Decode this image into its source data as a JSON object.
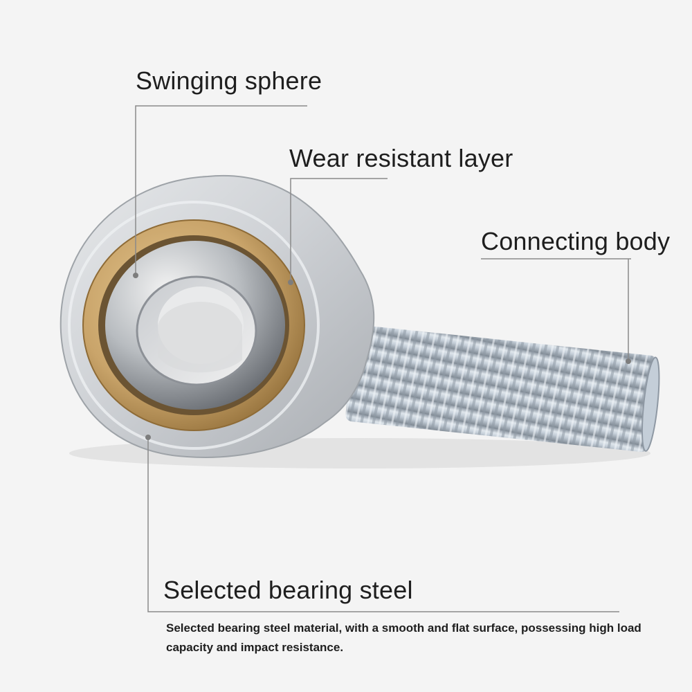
{
  "callouts": {
    "swinging_sphere": "Swinging sphere",
    "wear_resistant_layer": "Wear resistant layer",
    "connecting_body": "Connecting body",
    "selected_bearing_steel": "Selected bearing steel"
  },
  "description": "Selected bearing steel material, with a smooth and flat surface, possessing high load capacity and impact resistance.",
  "colors": {
    "background": "#f4f4f4",
    "text": "#1e1e1e",
    "leader_line": "#8a8a8a",
    "housing": "#c9ccd0",
    "brass_liner": "#c9a46a",
    "thread": "#b9c6d2"
  }
}
